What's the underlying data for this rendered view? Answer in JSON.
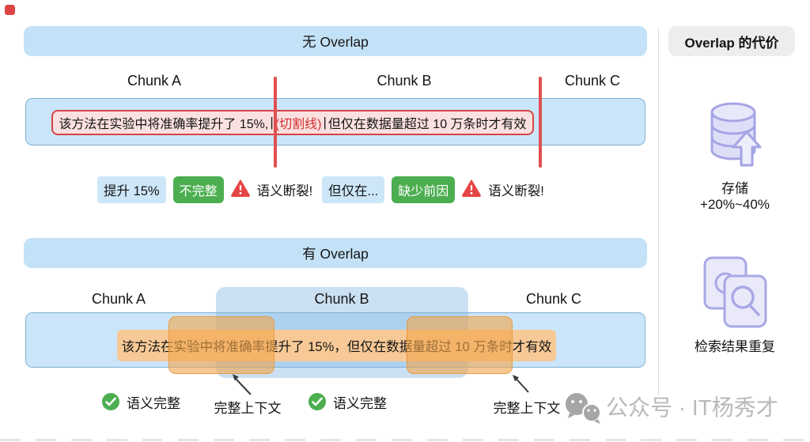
{
  "no_overlap": {
    "banner": "无 Overlap",
    "chunks": [
      "Chunk A",
      "Chunk B",
      "Chunk C"
    ],
    "sentence": {
      "part1": "该方法在实验中将准确率提升了 15%,",
      "sep1": "|",
      "cut_label": "(切割线)",
      "sep2": "|",
      "part2": "但仅在数据量超过 10 万条时才有效"
    },
    "issues": [
      {
        "fragment": "提升 15%",
        "badge": "不完整",
        "warning": "语义断裂!"
      },
      {
        "fragment": "但仅在...",
        "badge": "缺少前因",
        "warning": "语义断裂!"
      }
    ]
  },
  "with_overlap": {
    "banner": "有 Overlap",
    "chunks": [
      "Chunk A",
      "Chunk B",
      "Chunk C"
    ],
    "sentence": "该方法在实验中将准确率提升了 15%，但仅在数据量超过 10 万条时才有效",
    "checks": [
      "语义完整",
      "语义完整"
    ],
    "context_labels": [
      "完整上下文",
      "完整上下文"
    ]
  },
  "sidebar": {
    "title": "Overlap 的代价",
    "items": [
      {
        "icon": "database-increase-icon",
        "label": "存储",
        "value": "+20%~40%"
      },
      {
        "icon": "duplicate-search-icon",
        "label": "检索结果重复"
      }
    ]
  },
  "watermark": {
    "icon": "wechat-icon",
    "text": "公众号 · IT杨秀才"
  },
  "colors": {
    "banner_blue": "#c4e2f7",
    "chunk_fill": "#cbe6fa",
    "chunk_border": "#7fb0d3",
    "overlap_orange": "#f2a64d",
    "strip_orange": "#f6c996",
    "alert_red": "#e15050",
    "badge_green": "#4cae50",
    "sidebar_purple": "#a5a5e5",
    "watermark_gray": "#b9b9b9"
  }
}
